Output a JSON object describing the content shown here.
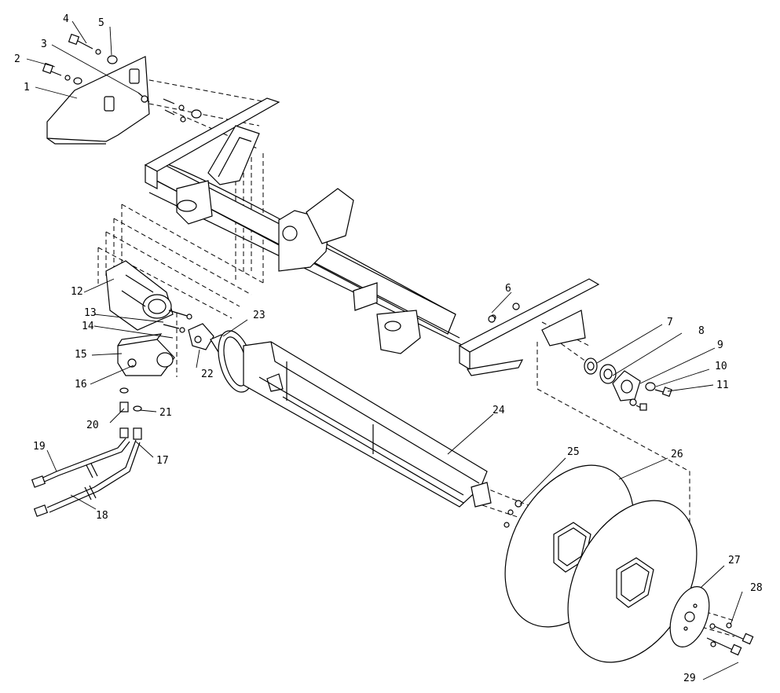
{
  "callouts": [
    {
      "id": "1",
      "text": "1"
    },
    {
      "id": "2",
      "text": "2"
    },
    {
      "id": "3",
      "text": "3"
    },
    {
      "id": "4",
      "text": "4"
    },
    {
      "id": "5",
      "text": "5"
    },
    {
      "id": "6",
      "text": "6"
    },
    {
      "id": "7",
      "text": "7"
    },
    {
      "id": "8",
      "text": "8"
    },
    {
      "id": "9",
      "text": "9"
    },
    {
      "id": "10",
      "text": "10"
    },
    {
      "id": "11",
      "text": "11"
    },
    {
      "id": "12",
      "text": "12"
    },
    {
      "id": "13",
      "text": "13"
    },
    {
      "id": "14",
      "text": "14"
    },
    {
      "id": "15",
      "text": "15"
    },
    {
      "id": "16",
      "text": "16"
    },
    {
      "id": "17",
      "text": "17"
    },
    {
      "id": "18",
      "text": "18"
    },
    {
      "id": "19",
      "text": "19"
    },
    {
      "id": "20",
      "text": "20"
    },
    {
      "id": "21",
      "text": "21"
    },
    {
      "id": "22",
      "text": "22"
    },
    {
      "id": "23",
      "text": "23"
    },
    {
      "id": "24",
      "text": "24"
    },
    {
      "id": "25",
      "text": "25"
    },
    {
      "id": "26",
      "text": "26"
    },
    {
      "id": "27",
      "text": "27"
    },
    {
      "id": "28",
      "text": "28"
    },
    {
      "id": "29",
      "text": "29"
    }
  ]
}
